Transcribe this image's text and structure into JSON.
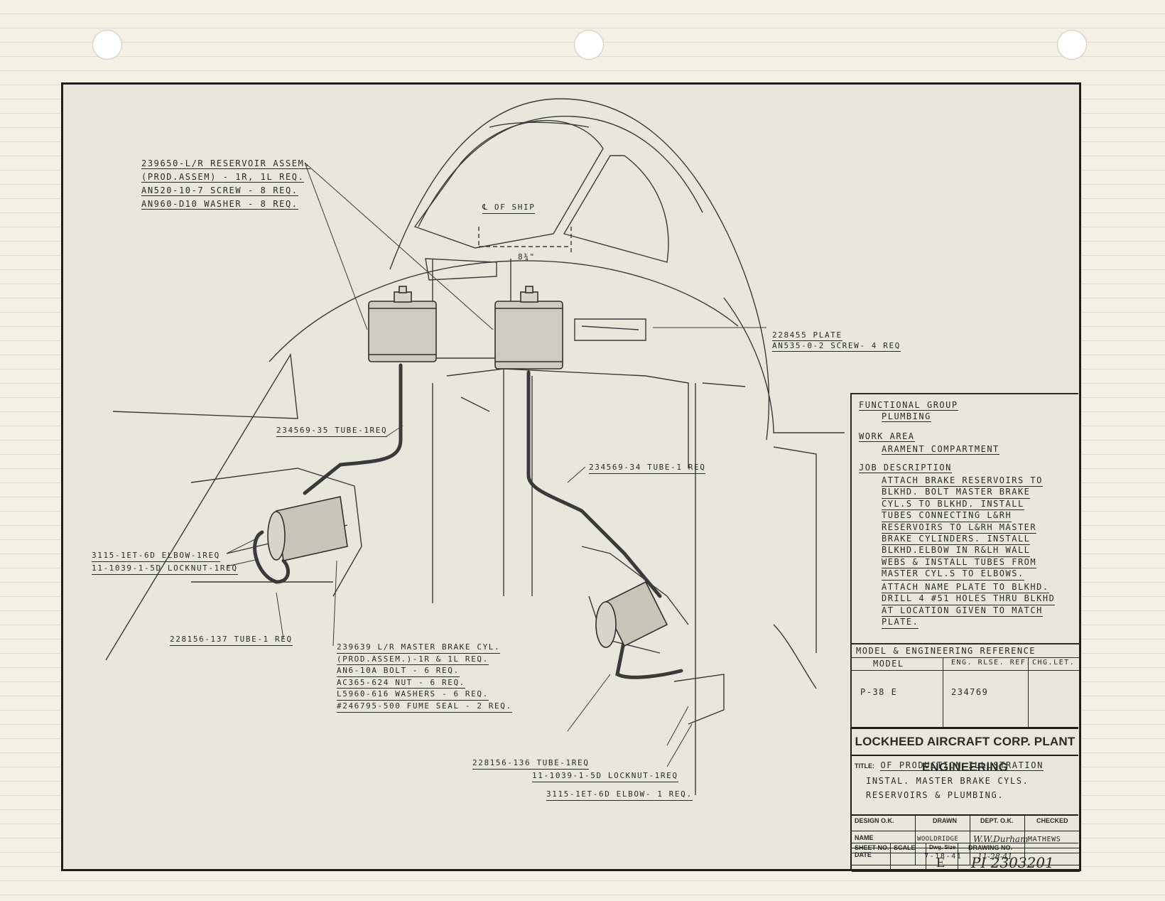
{
  "labels": {
    "reservoir": [
      "239650-L/R RESERVOIR ASSEM.",
      "(PROD.ASSEM) - 1R, 1L REQ.",
      "AN520-10-7 SCREW - 8 REQ.",
      "AN960-D10 WASHER - 8 REQ."
    ],
    "center_line": "℄ OF SHIP",
    "dimension": "8¾\"",
    "plate": [
      "228455  PLATE",
      "AN535-0-2 SCREW- 4 REQ"
    ],
    "tube_35": "234569-35 TUBE-1REQ",
    "tube_34": "234569-34 TUBE-1 REQ",
    "elbow_left": "3115-1ET-6D ELBOW-1REQ",
    "locknut_left": "11-1039-1-5D LOCKNUT-1REQ",
    "tube_137": "228156-137 TUBE-1 REQ",
    "master_cyl": [
      "239639 L/R MASTER BRAKE CYL.",
      "(PROD.ASSEM.)-1R & 1L REQ.",
      "AN6-10A BOLT - 6 REQ.",
      "AC365-624 NUT - 6 REQ.",
      "L5960-616 WASHERS - 6 REQ.",
      "#246795-500 FUME SEAL - 2 REQ."
    ],
    "tube_136": "228156-136 TUBE-1REQ",
    "locknut_right": "11-1039-1-5D LOCKNUT-1REQ",
    "elbow_right": "3115-1ET-6D ELBOW- 1 REQ."
  },
  "panel": {
    "functional_group_label": "FUNCTIONAL GROUP",
    "functional_group": "PLUMBING",
    "work_area_label": "WORK AREA",
    "work_area": "ARAMENT COMPARTMENT",
    "job_label": "JOB DESCRIPTION",
    "job_lines": [
      "ATTACH BRAKE RESERVOIRS TO",
      "BLKHD. BOLT MASTER BRAKE",
      "CYL.S TO BLKHD.  INSTALL",
      "TUBES CONNECTING L&RH",
      "RESERVOIRS TO L&RH MASTER",
      "BRAKE CYLINDERS. INSTALL",
      "BLKHD.ELBOW IN R&LH WALL",
      "WEBS & INSTALL TUBES FROM",
      "MASTER CYL.S TO ELBOWS."
    ],
    "job_lines_2": [
      "ATTACH NAME PLATE TO BLKHD.",
      "DRILL 4 #51 HOLES THRU BLKHD",
      "AT LOCATION GIVEN TO MATCH",
      "PLATE."
    ],
    "ref_title": "MODEL & ENGINEERING REFERENCE",
    "col_model": "MODEL",
    "col_eng": "ENG. RLSE. REF.",
    "col_chg": "CHG.LET.",
    "model": "P-38 E",
    "eng_ref": "234769",
    "chg_let": ""
  },
  "title_block": {
    "company": "LOCKHEED AIRCRAFT CORP. PLANT ENGINEERING",
    "title_label": "TITLE:",
    "title_of": "OF PRODUCTION ILLUSTRATION",
    "title_line1": "INSTAL. MASTER BRAKE CYLS.",
    "title_line2": "RESERVOIRS & PLUMBING.",
    "design_ok": "DESIGN O.K.",
    "drawn": "DRAWN",
    "dept_ok": "DEPT. O.K.",
    "checked": "CHECKED",
    "name_label": "NAME",
    "date_label": "DATE",
    "drawn_name": "WOOLDRIDGE",
    "dept_name": "W.W.Durham",
    "checked_name": "MATHEWS",
    "drawn_date": "7-18-41",
    "dept_date": "11-28-41",
    "sheet_no": "SHEET NO.",
    "scale": "SCALE",
    "dwg_size": "Dwg. Size",
    "drawing_no": "DRAWING NO.",
    "size_value": "E",
    "drawing_value": "PI 2303201"
  }
}
